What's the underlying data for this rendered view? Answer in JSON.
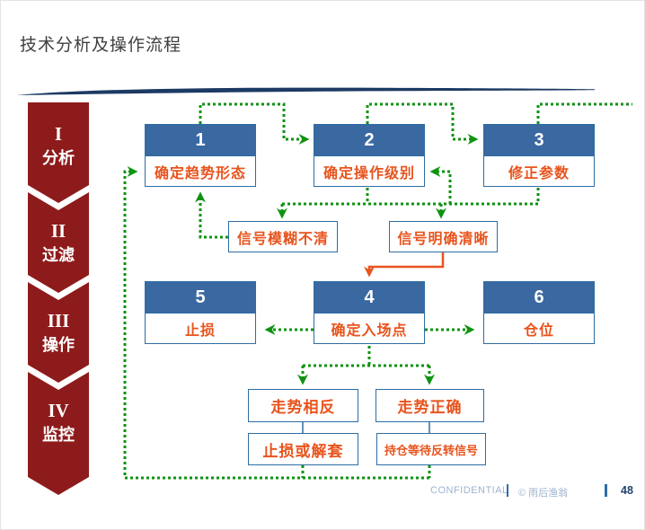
{
  "title": "技术分析及操作流程",
  "colors": {
    "maroon": "#8E1B1B",
    "header_blue": "#3A68A1",
    "border_blue": "#2E6DA3",
    "orange": "#E8541D",
    "green": "#0E9310",
    "navy": "#1C3A63",
    "footer_text": "#9DB3CE",
    "page_num": "#21446E"
  },
  "stages": [
    {
      "numeral": "I",
      "label": "分析"
    },
    {
      "numeral": "II",
      "label": "过滤"
    },
    {
      "numeral": "III",
      "label": "操作"
    },
    {
      "numeral": "IV",
      "label": "监控"
    }
  ],
  "flow": {
    "numbered_boxes": [
      {
        "number": "1",
        "label": "确定趋势形态"
      },
      {
        "number": "2",
        "label": "确定操作级别"
      },
      {
        "number": "3",
        "label": "修正参数"
      },
      {
        "number": "4",
        "label": "确定入场点"
      },
      {
        "number": "5",
        "label": "止损"
      },
      {
        "number": "6",
        "label": "仓位"
      }
    ],
    "signal_boxes": [
      {
        "label": "信号模糊不清"
      },
      {
        "label": "信号明确清晰"
      }
    ],
    "outcome_boxes": [
      {
        "label": "走势相反"
      },
      {
        "label": "走势正确"
      }
    ],
    "action_boxes": [
      {
        "label": "止损或解套"
      },
      {
        "label": "持仓等待反转信号"
      }
    ]
  },
  "footer": {
    "confidential": "CONFIDENTIAL",
    "copyright": "© 雨后渔翁",
    "page_number": "48"
  }
}
